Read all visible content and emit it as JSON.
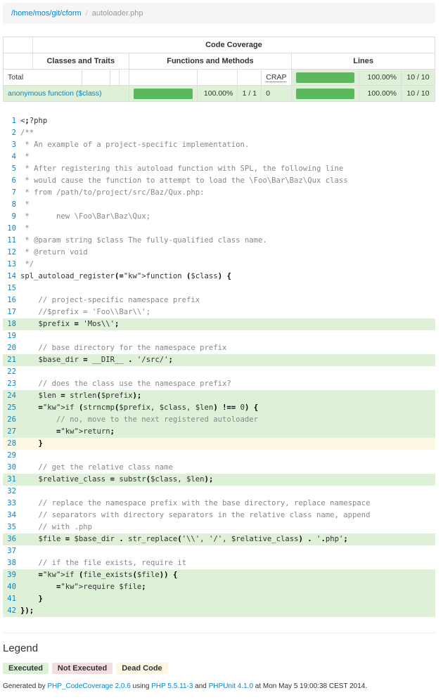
{
  "breadcrumb": {
    "path": "/home/mos/git/cform",
    "separator": "/",
    "file": "autoloader.php"
  },
  "coverage": {
    "title": "Code Coverage",
    "groups": [
      "Classes and Traits",
      "Functions and Methods",
      "Lines"
    ],
    "total_label": "Total",
    "crap_label": "CRAP",
    "total_lines_percent": "100.00%",
    "total_lines_count": "10 / 10",
    "row_label": "anonymous function ($class)",
    "row_func_percent": "100.00%",
    "row_func_count": "1 / 1",
    "row_crap": "0",
    "row_lines_percent": "100.00%",
    "row_lines_count": "10 / 10",
    "func_progress_percent": 100,
    "lines_progress_percent": 100
  },
  "code_lines": [
    {
      "n": "1",
      "text": "<?php",
      "status": ""
    },
    {
      "n": "2",
      "text": "/**",
      "status": "comment"
    },
    {
      "n": "3",
      "text": " * An example of a project-specific implementation.",
      "status": "comment"
    },
    {
      "n": "4",
      "text": " *",
      "status": "comment"
    },
    {
      "n": "5",
      "text": " * After registering this autoload function with SPL, the following line",
      "status": "comment"
    },
    {
      "n": "6",
      "text": " * would cause the function to attempt to load the \\Foo\\Bar\\Baz\\Qux class",
      "status": "comment"
    },
    {
      "n": "7",
      "text": " * from /path/to/project/src/Baz/Qux.php:",
      "status": "comment"
    },
    {
      "n": "8",
      "text": " *",
      "status": "comment"
    },
    {
      "n": "9",
      "text": " *      new \\Foo\\Bar\\Baz\\Qux;",
      "status": "comment"
    },
    {
      "n": "10",
      "text": " *",
      "status": "comment"
    },
    {
      "n": "11",
      "text": " * @param string $class The fully-qualified class name.",
      "status": "comment"
    },
    {
      "n": "12",
      "text": " * @return void",
      "status": "comment"
    },
    {
      "n": "13",
      "text": " */",
      "status": "comment"
    },
    {
      "n": "14",
      "text": "spl_autoload_register(function ($class) {",
      "status": ""
    },
    {
      "n": "15",
      "text": "",
      "status": ""
    },
    {
      "n": "16",
      "text": "    // project-specific namespace prefix",
      "status": "comment"
    },
    {
      "n": "17",
      "text": "    //$prefix = 'Foo\\\\Bar\\\\';",
      "status": "comment"
    },
    {
      "n": "18",
      "text": "    $prefix = 'Mos\\\\';",
      "status": "covered"
    },
    {
      "n": "19",
      "text": "",
      "status": ""
    },
    {
      "n": "20",
      "text": "    // base directory for the namespace prefix",
      "status": "comment"
    },
    {
      "n": "21",
      "text": "    $base_dir = __DIR__ . '/src/';",
      "status": "covered"
    },
    {
      "n": "22",
      "text": "",
      "status": ""
    },
    {
      "n": "23",
      "text": "    // does the class use the namespace prefix?",
      "status": "comment"
    },
    {
      "n": "24",
      "text": "    $len = strlen($prefix);",
      "status": "covered"
    },
    {
      "n": "25",
      "text": "    if (strncmp($prefix, $class, $len) !== 0) {",
      "status": "covered"
    },
    {
      "n": "26",
      "text": "        // no, move to the next registered autoloader",
      "status": "covered comment"
    },
    {
      "n": "27",
      "text": "        return;",
      "status": "covered"
    },
    {
      "n": "28",
      "text": "    }",
      "status": "dead"
    },
    {
      "n": "29",
      "text": "",
      "status": ""
    },
    {
      "n": "30",
      "text": "    // get the relative class name",
      "status": "comment"
    },
    {
      "n": "31",
      "text": "    $relative_class = substr($class, $len);",
      "status": "covered"
    },
    {
      "n": "32",
      "text": "",
      "status": ""
    },
    {
      "n": "33",
      "text": "    // replace the namespace prefix with the base directory, replace namespace",
      "status": "comment"
    },
    {
      "n": "34",
      "text": "    // separators with directory separators in the relative class name, append",
      "status": "comment"
    },
    {
      "n": "35",
      "text": "    // with .php",
      "status": "comment"
    },
    {
      "n": "36",
      "text": "    $file = $base_dir . str_replace('\\\\', '/', $relative_class) . '.php';",
      "status": "covered"
    },
    {
      "n": "37",
      "text": "",
      "status": ""
    },
    {
      "n": "38",
      "text": "    // if the file exists, require it",
      "status": "comment"
    },
    {
      "n": "39",
      "text": "    if (file_exists($file)) {",
      "status": "covered"
    },
    {
      "n": "40",
      "text": "        require $file;",
      "status": "covered"
    },
    {
      "n": "41",
      "text": "    }",
      "status": "covered"
    },
    {
      "n": "42",
      "text": "});",
      "status": "covered"
    }
  ],
  "legend": {
    "title": "Legend",
    "executed": "Executed",
    "not_executed": "Not Executed",
    "dead_code": "Dead Code"
  },
  "footer": {
    "prefix": "Generated by ",
    "tool": "PHP_CodeCoverage 2.0.6",
    "using": " using ",
    "php": "PHP 5.5.11-3",
    "and": " and ",
    "phpunit": "PHPUnit 4.1.0",
    "suffix": " at Mon May 5 19:00:38 CEST 2014."
  },
  "colors": {
    "covered": "#dff0d8",
    "not_executed": "#f2dede",
    "dead": "#fcf8e3",
    "bar": "#5cb85c",
    "link": "#0088cc"
  }
}
